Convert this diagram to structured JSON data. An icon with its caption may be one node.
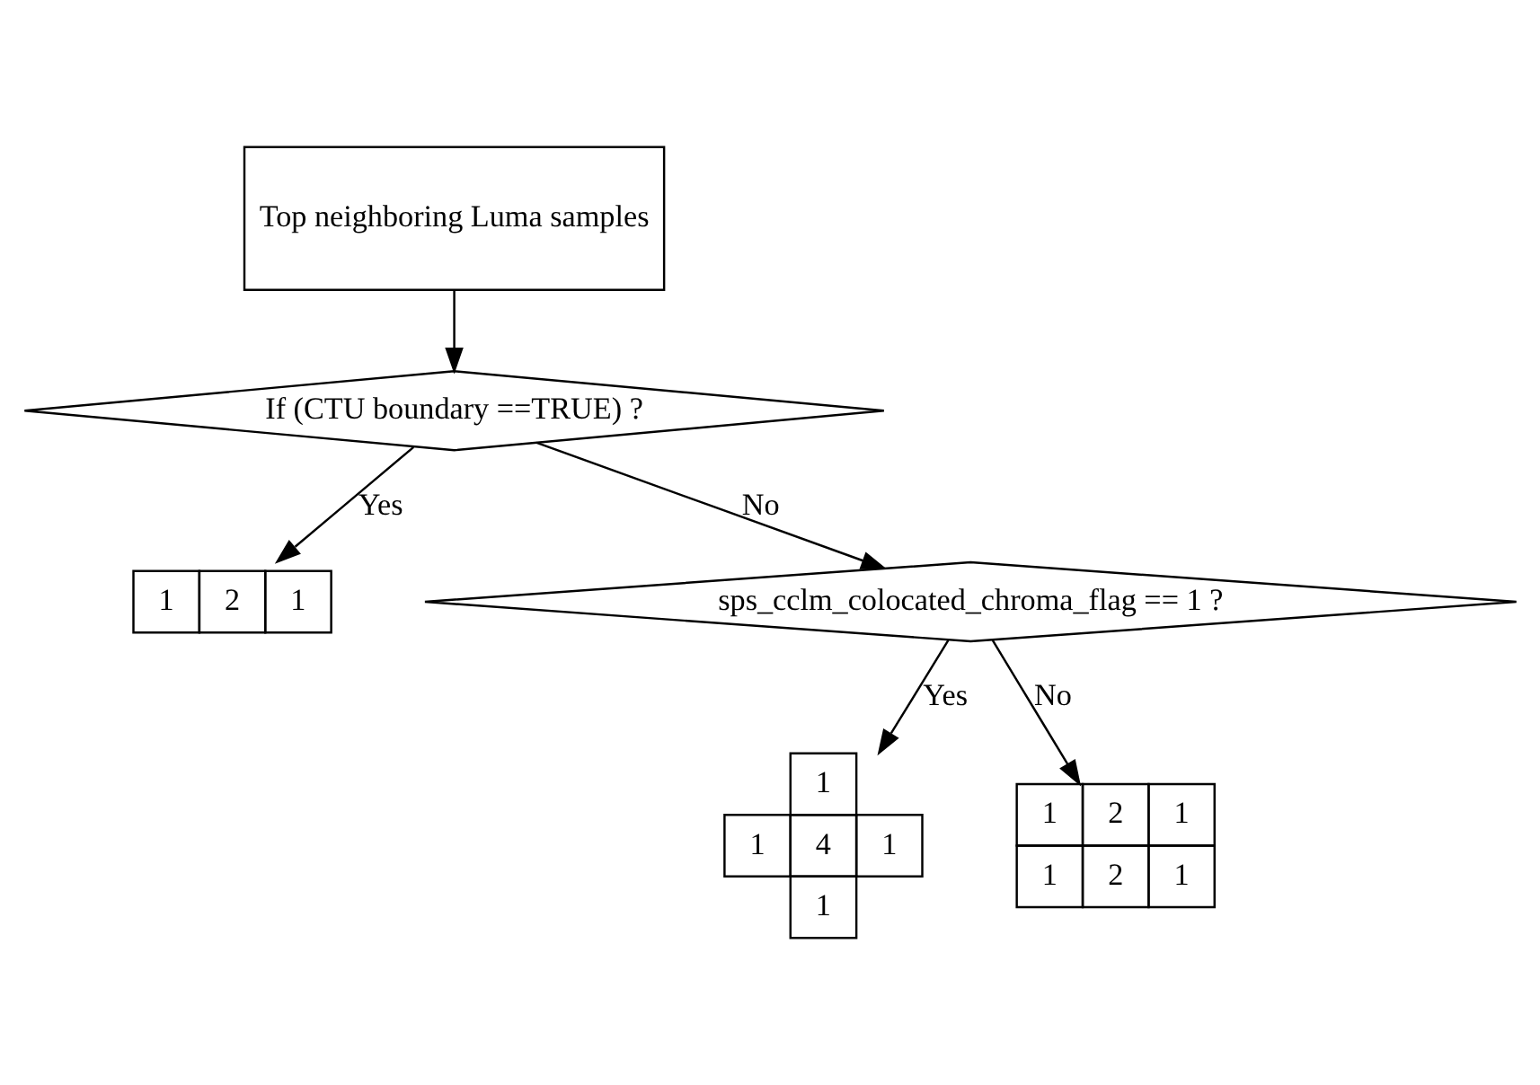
{
  "diagram": {
    "nodes": [
      {
        "text": [
          "Top neighboring Luma samples"
        ]
      },
      {
        "text": [
          "If (CTU boundary ==TRUE) ?"
        ]
      },
      {
        "text": [
          "1",
          "2",
          "1"
        ]
      },
      {
        "text": [
          "sps_cclm_colocated_chroma_flag == 1 ?"
        ]
      },
      {
        "text": [
          "1",
          "1",
          "4",
          "1",
          "1"
        ]
      },
      {
        "text": [
          "1",
          "2",
          "1",
          "1",
          "2",
          "1"
        ]
      }
    ],
    "edges": [
      {
        "from": 0,
        "to": 1,
        "arrow": "to"
      },
      {
        "from": 1,
        "to": 2,
        "arrow": "to",
        "label": "Yes"
      },
      {
        "from": 1,
        "to": 3,
        "arrow": "to",
        "label": "No"
      },
      {
        "from": 3,
        "to": 4,
        "arrow": "to",
        "label": "Yes"
      },
      {
        "from": 3,
        "to": 5,
        "arrow": "to",
        "label": "No"
      }
    ]
  }
}
